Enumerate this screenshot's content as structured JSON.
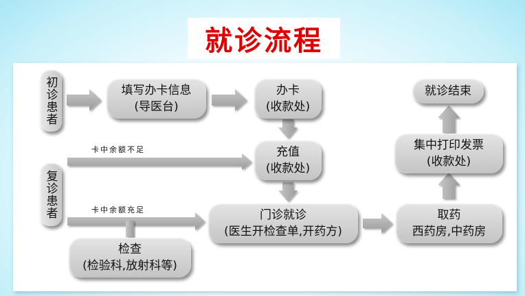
{
  "title": "就诊流程",
  "colors": {
    "title": "#e00000",
    "node_fill": "#d2d2d2",
    "arrow_fill": "#a8a8a8"
  },
  "labels": {
    "first_visit": "初诊患者",
    "return_visit": "复诊患者"
  },
  "nodes": {
    "fill_info": {
      "line1": "填写办卡信息",
      "line2": "(导医台)"
    },
    "get_card": {
      "line1": "办卡",
      "line2": "(收款处)"
    },
    "recharge": {
      "line1": "充值",
      "line2": "(收款处)"
    },
    "outpatient": {
      "line1": "门诊就诊",
      "line2": "(医生开检查单,开药方)"
    },
    "examination": {
      "line1": "检查",
      "line2": "(检验科,放射科等)"
    },
    "get_medicine": {
      "line1": "取药",
      "line2": "西药房,中药房"
    },
    "print_invoice": {
      "line1": "集中打印发票",
      "line2": "(收款处)"
    },
    "end": {
      "line1": "就诊结束"
    }
  },
  "notes": {
    "insufficient": "卡中余额不足",
    "sufficient": "卡中余额充足"
  }
}
